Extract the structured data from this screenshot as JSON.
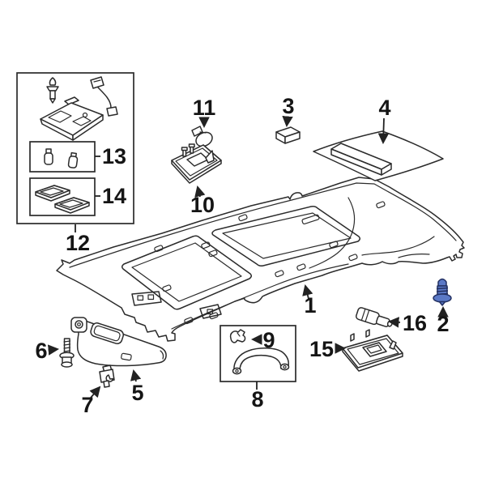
{
  "diagram": {
    "kind": "exploded-parts-diagram",
    "subject": "vehicle-headliner-interior-roof-trim",
    "background_color": "#ffffff",
    "line_color": "#2b2b2b",
    "highlighted_part": {
      "number": "2",
      "fill_color": "#5b79c6",
      "outline_color": "#233061"
    }
  },
  "callouts": [
    {
      "n": "1"
    },
    {
      "n": "2"
    },
    {
      "n": "3"
    },
    {
      "n": "4"
    },
    {
      "n": "5"
    },
    {
      "n": "6"
    },
    {
      "n": "7"
    },
    {
      "n": "8"
    },
    {
      "n": "9"
    },
    {
      "n": "10"
    },
    {
      "n": "11"
    },
    {
      "n": "12"
    },
    {
      "n": "13"
    },
    {
      "n": "14"
    },
    {
      "n": "15"
    },
    {
      "n": "16"
    }
  ]
}
